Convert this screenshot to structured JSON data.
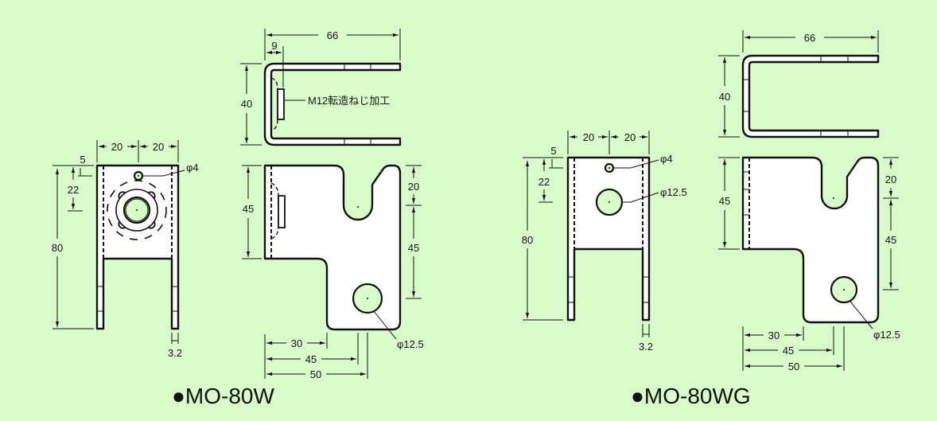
{
  "models": [
    {
      "title": "●MO-80W",
      "front_view": {
        "width_left": "20",
        "width_right": "20",
        "hole_offset_top": "5",
        "hole_offset_center": "22",
        "height": "80",
        "thickness": "3.2",
        "small_hole": "φ4"
      },
      "top_view": {
        "length": "66",
        "nut_offset": "9",
        "height": "40",
        "note": "M12転造ねじ加工"
      },
      "side_view": {
        "upper_height": "45",
        "notch_depth": "20",
        "hole_drop": "45",
        "step": "30",
        "notch_pos": "45",
        "hole_pos": "50",
        "hole": "φ12.5"
      }
    },
    {
      "title": "●MO-80WG",
      "front_view": {
        "width_left": "20",
        "width_right": "20",
        "hole_offset_top": "5",
        "hole_offset_center": "22",
        "height": "80",
        "thickness": "3.2",
        "small_hole": "φ4",
        "large_hole": "φ12.5"
      },
      "top_view": {
        "length": "66",
        "height": "40"
      },
      "side_view": {
        "upper_height": "45",
        "notch_depth": "20",
        "hole_drop": "45",
        "step": "30",
        "notch_pos": "45",
        "hole_pos": "50",
        "hole": "φ12.5"
      }
    }
  ]
}
